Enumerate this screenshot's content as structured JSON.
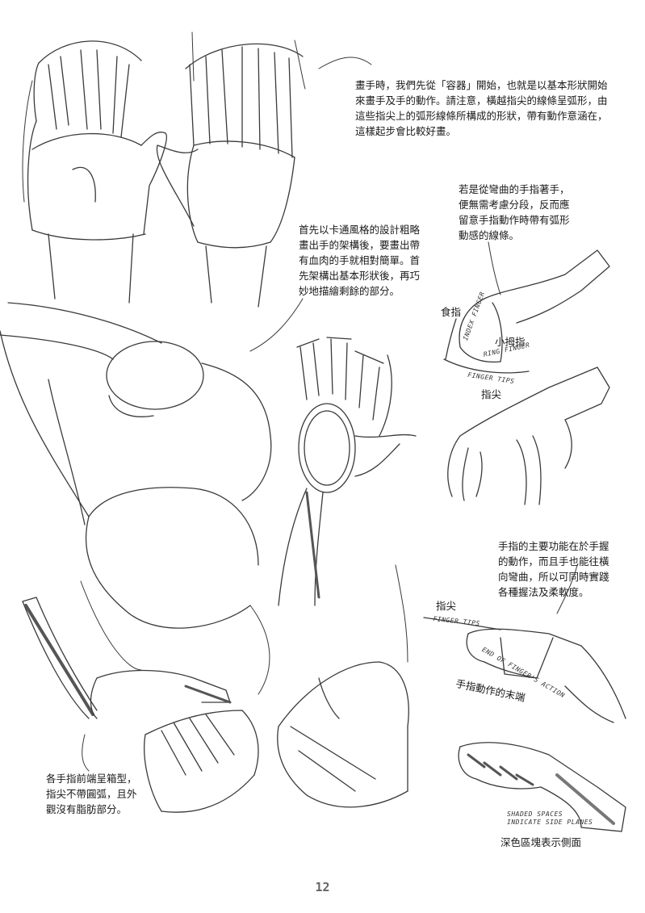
{
  "notes": {
    "intro": "畫手時，我們先從「容器」開始，也就是以基本形狀開始\n來畫手及手的動作。請注意，橫越指尖的線條呈弧形，由\n這些指尖上的弧形線條所構成的形狀，帶有動作意涵在，\n這樣起步會比較好畫。",
    "cartoon": "首先以卡通風格的設計粗略\n畫出手的架構後，要畫出帶\n有血肉的手就相對簡單。首\n先架構出基本形狀後，再巧\n妙地描繪剩餘的部分。",
    "bent": "若是從彎曲的手指著手，\n便無需考慮分段，反而應\n留意手指動作時帶有弧形\n動感的線條。",
    "grip": "手指的主要功能在於手握\n的動作，而且手也能往橫\n向彎曲，所以可同時實踐\n各種握法及柔軟度。",
    "box": "各手指前端呈箱型，\n指尖不帶圓弧，且外\n觀沒有脂肪部分。"
  },
  "labels": {
    "index_finger": "食指",
    "little_finger": "小拇指",
    "fingertip_1": "指尖",
    "fingertip_2": "指尖",
    "action_end": "手指動作的末端",
    "shaded_caption": "深色區塊表示側面"
  },
  "handwritten": {
    "index_finger": "INDEX FINGER",
    "ring_finger": "RING FINGER",
    "finger_tips_1": "FINGER TIPS",
    "finger_tips_2": "FINGER TIPS",
    "finger_action": "END OF FINGER'S ACTION",
    "shaded": "SHADED SPACES\nINDICATE SIDE PLANES"
  },
  "page_number": "12"
}
